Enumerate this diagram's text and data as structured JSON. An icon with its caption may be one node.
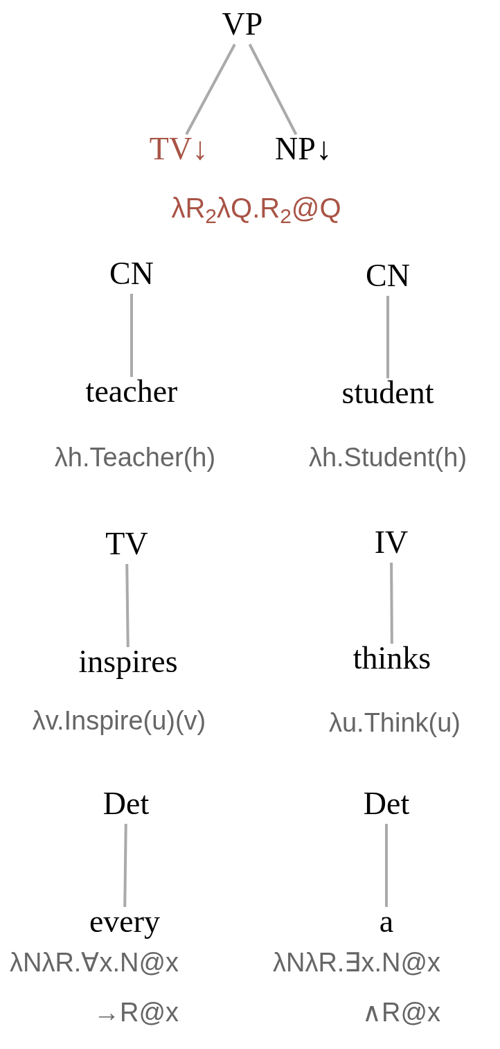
{
  "diagram": {
    "nodes": [
      {
        "text": [
          "VP"
        ]
      },
      {
        "text": [
          "TV↓"
        ]
      },
      {
        "text": [
          "NP↓"
        ]
      },
      {
        "text": [
          "CN"
        ]
      },
      {
        "text": [
          "teacher"
        ],
        "beside": [
          "λh.Teacher(h)"
        ]
      },
      {
        "text": [
          "CN"
        ]
      },
      {
        "text": [
          "student"
        ],
        "beside": [
          "λh.Student(h)"
        ]
      },
      {
        "text": [
          "TV"
        ]
      },
      {
        "text": [
          "inspires"
        ],
        "beside": [
          "λv.Inspire(u)(v)"
        ]
      },
      {
        "text": [
          "IV"
        ]
      },
      {
        "text": [
          "thinks"
        ],
        "beside": [
          "λu.Think(u)"
        ]
      },
      {
        "text": [
          "Det"
        ]
      },
      {
        "text": [
          "every"
        ],
        "beside": [
          "λNλR.∀x.N@x →R@x"
        ]
      },
      {
        "text": [
          "Det"
        ]
      },
      {
        "text": [
          "a"
        ],
        "beside": [
          "λNλR.∃x.N@x ∧R@x"
        ]
      }
    ],
    "edges": [
      {
        "from": 0,
        "to": 1,
        "arrow": "none"
      },
      {
        "from": 0,
        "to": 2,
        "arrow": "none"
      },
      {
        "from": 3,
        "to": 4,
        "arrow": "none"
      },
      {
        "from": 5,
        "to": 6,
        "arrow": "none"
      },
      {
        "from": 7,
        "to": 8,
        "arrow": "none"
      },
      {
        "from": 9,
        "to": 10,
        "arrow": "none"
      },
      {
        "from": 11,
        "to": 12,
        "arrow": "none"
      },
      {
        "from": 13,
        "to": 14,
        "arrow": "none"
      }
    ],
    "labels": [
      "λR$_{2}$λQ.R$_{2}$@Q"
    ]
  }
}
